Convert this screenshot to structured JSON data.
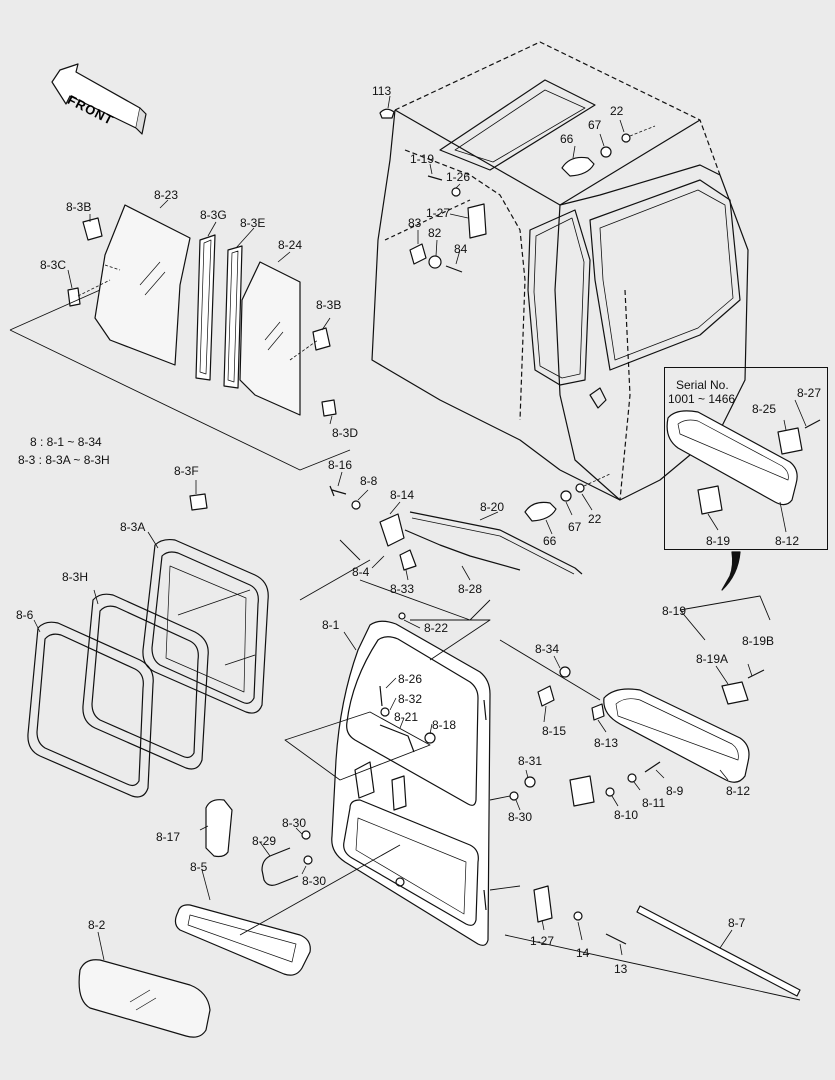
{
  "front_label": "FRONT",
  "notes": {
    "line1": "8 : 8-1 ~ 8-34",
    "line2": "8-3 : 8-3A ~ 8-3H"
  },
  "inset": {
    "serial_title": "Serial No.",
    "serial_range": "1001 ~ 1466",
    "labels": [
      "8-27",
      "8-25",
      "8-19",
      "8-12"
    ]
  },
  "labels": {
    "l113": "113",
    "l66a": "66",
    "l67a": "67",
    "l22a": "22",
    "l1_19": "1-19",
    "l1_26": "1-26",
    "l1_27a": "1-27",
    "l83": "83",
    "l82": "82",
    "l84": "84",
    "l8_3B_a": "8-3B",
    "l8_23": "8-23",
    "l8_3G": "8-3G",
    "l8_3E": "8-3E",
    "l8_24": "8-24",
    "l8_3C": "8-3C",
    "l8_3B_b": "8-3B",
    "l8_3D": "8-3D",
    "l8_3F": "8-3F",
    "l8_16": "8-16",
    "l8_8": "8-8",
    "l8_14": "8-14",
    "l8_20": "8-20",
    "l8_4": "8-4",
    "l8_33": "8-33",
    "l8_28": "8-28",
    "l66b": "66",
    "l67b": "67",
    "l22b": "22",
    "l8_3A": "8-3A",
    "l8_3H": "8-3H",
    "l8_6": "8-6",
    "l8_1": "8-1",
    "l8_22": "8-22",
    "l8_34": "8-34",
    "l8_26": "8-26",
    "l8_32": "8-32",
    "l8_21": "8-21",
    "l8_18": "8-18",
    "l8_15": "8-15",
    "l8_19": "8-19",
    "l8_19A": "8-19A",
    "l8_19B": "8-19B",
    "l8_13": "8-13",
    "l8_12": "8-12",
    "l8_31": "8-31",
    "l8_30a": "8-30",
    "l8_9": "8-9",
    "l8_11": "8-11",
    "l8_10": "8-10",
    "l8_17": "8-17",
    "l8_30b": "8-30",
    "l8_29": "8-29",
    "l8_30c": "8-30",
    "l8_5": "8-5",
    "l8_2": "8-2",
    "l1_27b": "1-27",
    "l14": "14",
    "l13": "13",
    "l8_7": "8-7"
  },
  "colors": {
    "line": "#111111",
    "background": "#ebebeb",
    "part_fill": "#ffffff",
    "glass_fill": "#f4f4f4"
  }
}
